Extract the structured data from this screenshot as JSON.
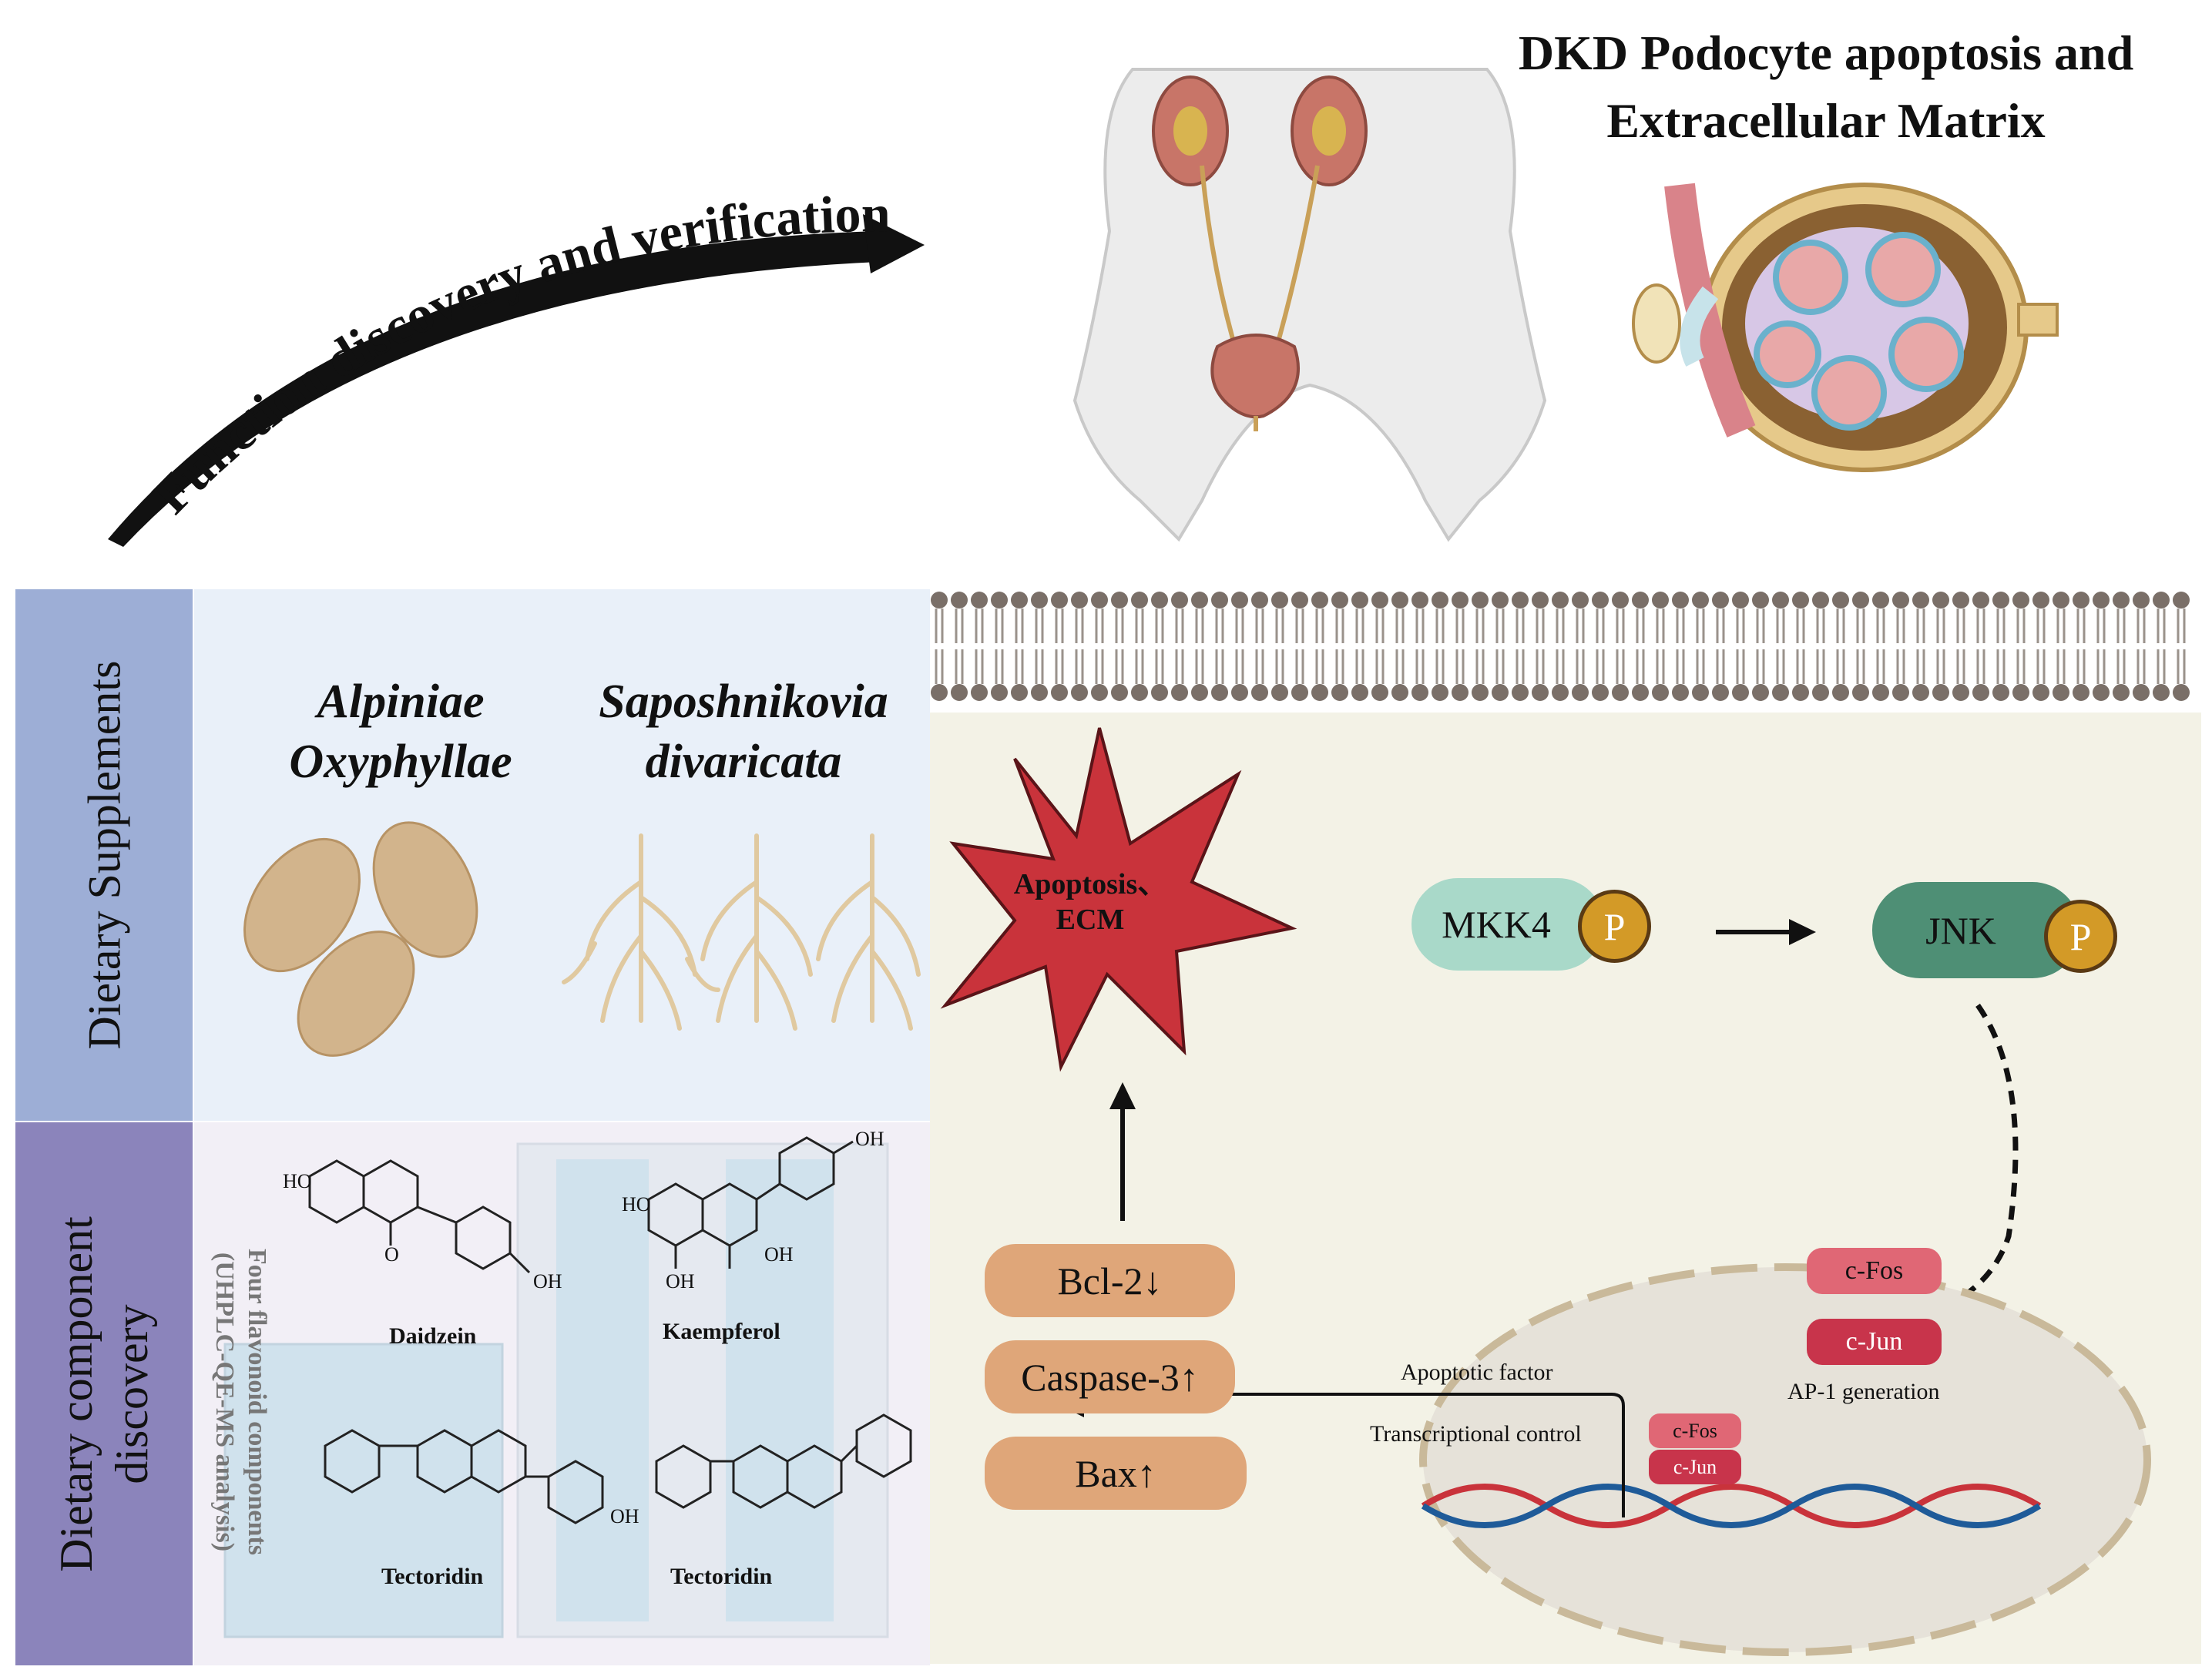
{
  "header": {
    "arrow_text": "Function discovery and verification",
    "title_line1": "DKD Podocyte apoptosis and",
    "title_line2": "Extracellular Matrix"
  },
  "left_panel": {
    "band_top": "Dietary Supplements",
    "band_bottom_line1": "Dietary component",
    "band_bottom_line2": "discovery",
    "species_1_line1": "Alpiniae",
    "species_1_line2": "Oxyphyllae",
    "species_2_line1": "Saposhnikovia",
    "species_2_line2": "divaricata",
    "analysis_line1": "Four flavonoid components",
    "analysis_line2": "(UHPLC-QE-MS analysis)",
    "compounds": [
      "Daidzein",
      "Kaempferol",
      "Tectoridin",
      "Tectoridin"
    ],
    "chem_labels": {
      "ho": "HO",
      "oh": "OH",
      "o": "O"
    }
  },
  "pathway": {
    "burst_line1": "Apoptosis、",
    "burst_line2": "ECM",
    "mkk4": "MKK4",
    "jnk": "JNK",
    "phospho": "P",
    "cfos": "c-Fos",
    "cjun": "c-Jun",
    "ap1": "AP-1 generation",
    "apoptotic_factor": "Apoptotic factor",
    "transcriptional_control": "Transcriptional control",
    "markers": [
      "Bcl-2↓",
      "Caspase-3↑",
      "Bax↑"
    ]
  },
  "colors": {
    "band_top": "#9daed6",
    "band_bottom": "#8b84bb",
    "panel_top_bg": "#e9f0f9",
    "panel_bottom_bg": "#f2eff6",
    "right_bg": "#f3f2e6",
    "burst": "#c9333b",
    "mkk4": "#a9d9c9",
    "jnk": "#4e8f75",
    "phospho": "#d39a27",
    "cfos": "#e06775",
    "cjun": "#c8344b",
    "marker": "#dfa679",
    "nucleus": "#e6e2d9"
  }
}
